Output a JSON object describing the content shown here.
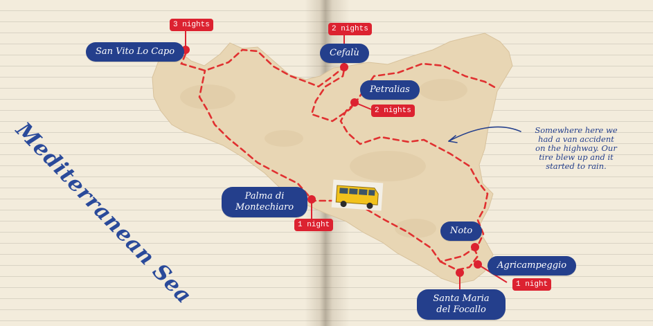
{
  "sea_label": "Mediterranean Sea",
  "note": [
    "Somewhere here we",
    "had a van accident",
    "on the highway. Our",
    "tire blew up and it",
    "started to rain."
  ],
  "places": {
    "san_vito": "San Vito Lo Capo",
    "cefalu": "Cefalù",
    "petralias": "Petralias",
    "palma_line1": "Palma di",
    "palma_line2": "Montechiaro",
    "noto": "Noto",
    "agricampeggio": "Agricampeggio",
    "santa_line1": "Santa Maria",
    "santa_line2": "del Focallo"
  },
  "stays": {
    "san_vito": "3 nights",
    "cefalu": "2 nights",
    "petralias": "2 nights",
    "palma": "1 night",
    "agricampeggio": "1 night"
  },
  "colors": {
    "land": "#e8d6b4",
    "route": "#e03030",
    "pill": "#243f8c",
    "nights_badge": "#dc2230"
  },
  "icons": [
    "yellow-van-icon",
    "curved-arrow-icon"
  ]
}
